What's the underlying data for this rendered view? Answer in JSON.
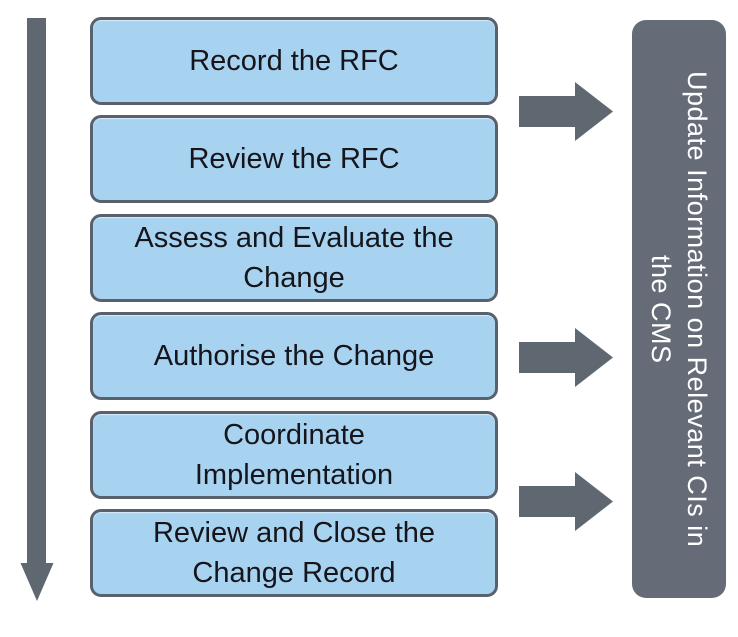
{
  "diagram": {
    "steps": [
      {
        "label": "Record the RFC"
      },
      {
        "label": "Review the RFC"
      },
      {
        "label": "Assess and Evaluate the\nChange"
      },
      {
        "label": "Authorise the Change"
      },
      {
        "label": "Coordinate\nImplementation"
      },
      {
        "label": "Review and Close the\nChange Record"
      }
    ],
    "side_panel": {
      "label": "Update Information on Relevant CIs in\nthe CMS"
    },
    "icons": {
      "left_flow_icon": "down-arrow",
      "connector_icons": [
        "right-arrow",
        "right-arrow",
        "right-arrow"
      ]
    },
    "colors": {
      "step_fill": "#a8d3f0",
      "step_border": "#59616c",
      "step_text": "#15151b",
      "arrow_gray": "#5f6771",
      "panel_fill": "#656c77",
      "panel_text": "#ffffff",
      "background": "#ffffff"
    }
  }
}
